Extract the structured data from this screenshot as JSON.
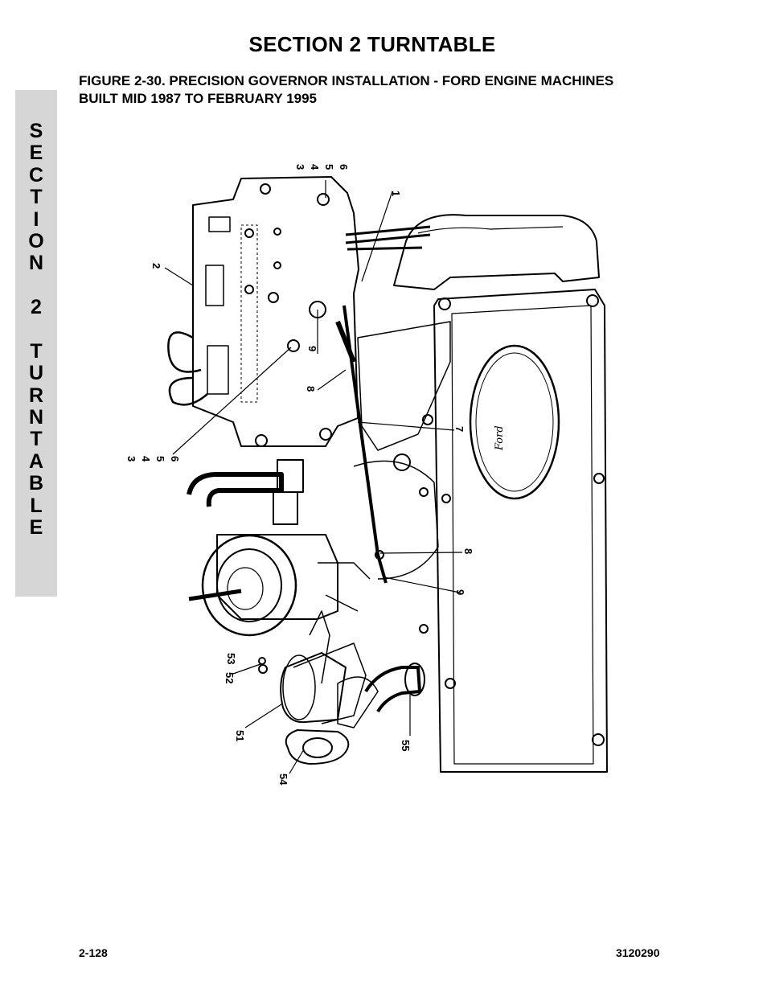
{
  "header": {
    "section_title": "SECTION 2  TURNTABLE"
  },
  "figure": {
    "caption_line1": "FIGURE 2-30.  PRECISION GOVERNOR INSTALLATION - FORD ENGINE MACHINES",
    "caption_line2": "BUILT MID 1987 TO FEBRUARY 1995",
    "callouts": {
      "c1": "1",
      "c2": "2",
      "c3_top": "3",
      "c4_top": "4",
      "c5_top": "5",
      "c6_top": "6",
      "c3_left": "3",
      "c4_left": "4",
      "c5_left": "5",
      "c6_left": "6",
      "c7": "7",
      "c8_upper": "8",
      "c9_upper": "9",
      "c8_lower": "8",
      "c9_lower": "9",
      "c51": "51",
      "c52": "52",
      "c53": "53",
      "c54": "54",
      "c55": "55"
    },
    "logo_text": "Ford"
  },
  "side_tab": {
    "letters": [
      "S",
      "E",
      "C",
      "T",
      "I",
      "O",
      "N",
      " ",
      "2",
      " ",
      "T",
      "U",
      "R",
      "N",
      "T",
      "A",
      "B",
      "L",
      "E"
    ]
  },
  "footer": {
    "page_number": "2-128",
    "doc_number": "3120290"
  }
}
